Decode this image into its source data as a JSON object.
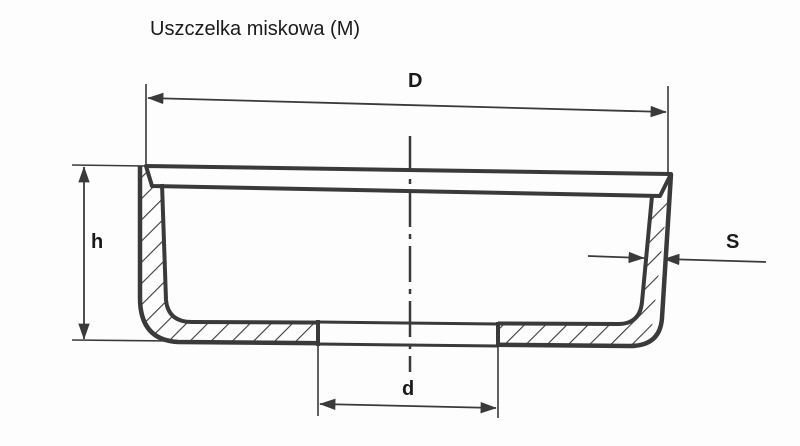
{
  "title": "Uszczelka miskowa (M)",
  "dimensions": {
    "D": "D",
    "h": "h",
    "S": "S",
    "d": "d"
  },
  "colors": {
    "line": "#3a3a3a",
    "hatch": "#3a3a3a",
    "background": "#fdfdfd"
  }
}
